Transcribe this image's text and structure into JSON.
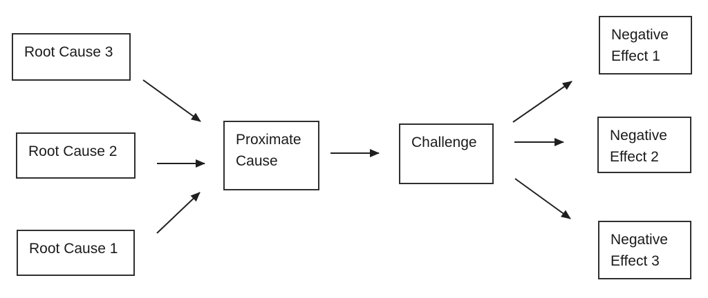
{
  "diagram": {
    "type": "flowchart",
    "background_color": "#ffffff",
    "box_border_color": "#2e2e2e",
    "arrow_color": "#1f1f1f",
    "text_color": "#1a1a1a",
    "nodes": {
      "root_cause_3": {
        "lines": [
          "Root Cause 3"
        ]
      },
      "root_cause_2": {
        "lines": [
          "Root Cause 2"
        ]
      },
      "root_cause_1": {
        "lines": [
          "Root Cause 1"
        ]
      },
      "proximate_cause": {
        "lines": [
          "Proximate",
          "Cause"
        ]
      },
      "challenge": {
        "lines": [
          "Challenge"
        ]
      },
      "negative_effect_1": {
        "lines": [
          "Negative",
          "Effect 1"
        ]
      },
      "negative_effect_2": {
        "lines": [
          "Negative",
          "Effect 2"
        ]
      },
      "negative_effect_3": {
        "lines": [
          "Negative",
          "Effect 3"
        ]
      }
    },
    "edges": [
      {
        "from": "Root Cause 3",
        "to": "Proximate Cause"
      },
      {
        "from": "Root Cause 2",
        "to": "Proximate Cause"
      },
      {
        "from": "Root Cause 1",
        "to": "Proximate Cause"
      },
      {
        "from": "Proximate Cause",
        "to": "Challenge"
      },
      {
        "from": "Challenge",
        "to": "Negative Effect 1"
      },
      {
        "from": "Challenge",
        "to": "Negative Effect 2"
      },
      {
        "from": "Challenge",
        "to": "Negative Effect 3"
      }
    ]
  }
}
